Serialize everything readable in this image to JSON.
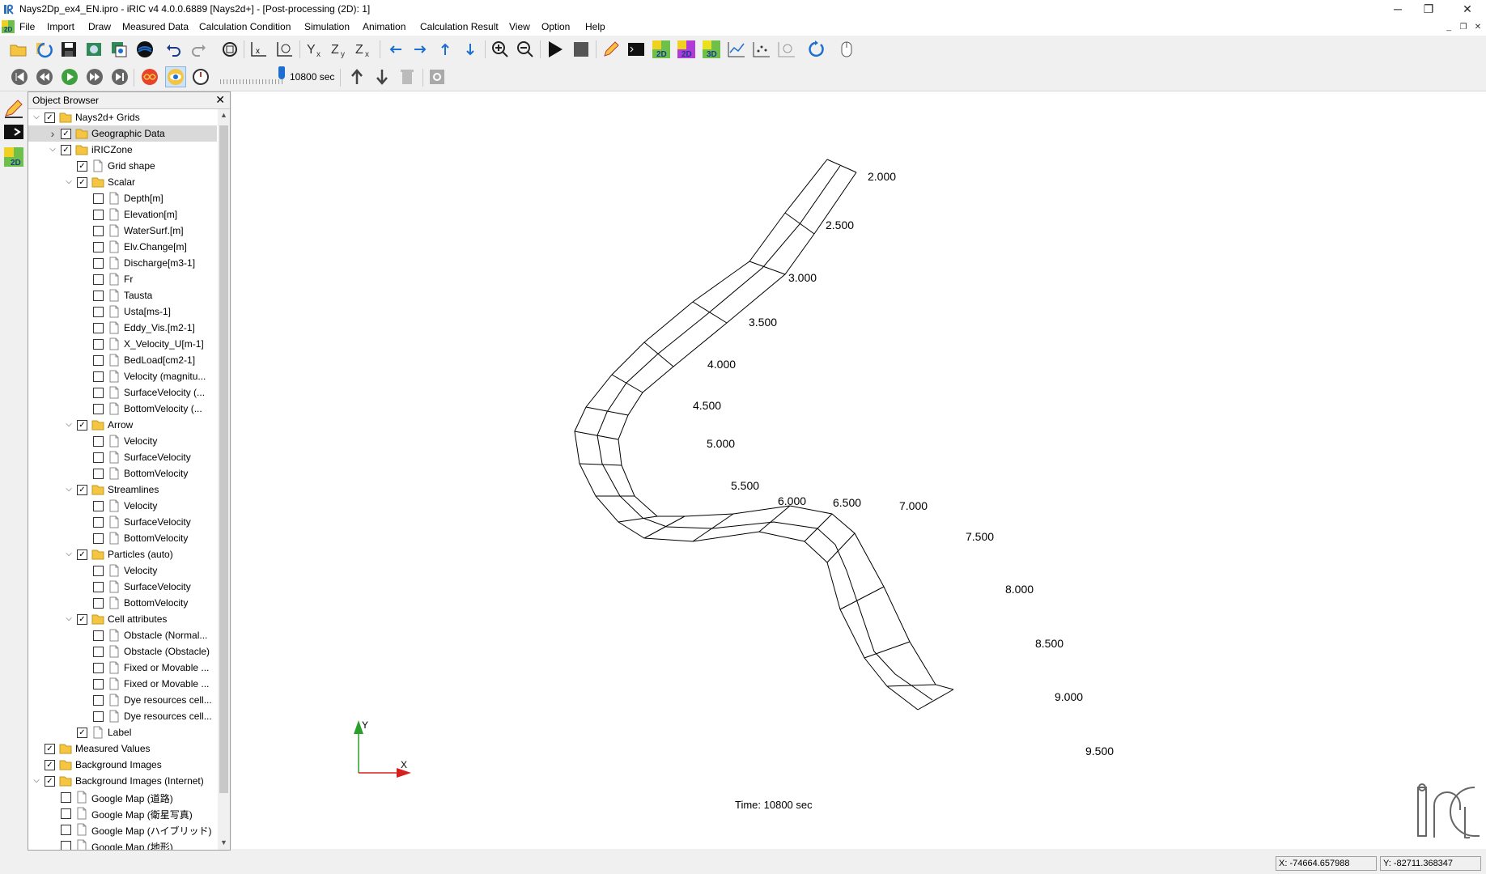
{
  "window": {
    "title": "Nays2Dp_ex4_EN.ipro - iRIC v4 4.0.0.6889 [Nays2d+] - [Post-processing (2D): 1]",
    "minimize": "─",
    "restore": "❐",
    "close": "✕"
  },
  "menubar": {
    "items": [
      "File",
      "Import",
      "Draw",
      "Measured Data",
      "Calculation Condition",
      "Simulation",
      "Animation",
      "Calculation Result",
      "View",
      "Option",
      "Help"
    ],
    "mdi_minimize": "_",
    "mdi_restore": "❐",
    "mdi_close": "✕"
  },
  "animation": {
    "time_value": "10800 sec",
    "position_fraction": 1.0
  },
  "object_browser": {
    "title": "Object Browser",
    "close": "✕",
    "items": [
      {
        "label": "Nays2d+ Grids",
        "level": 0,
        "expander": "down",
        "checked": true,
        "icon": "folder-icon",
        "selected": false
      },
      {
        "label": "Geographic Data",
        "level": 1,
        "expander": "right",
        "checked": true,
        "icon": "folder-icon",
        "selected": true
      },
      {
        "label": "iRICZone",
        "level": 1,
        "expander": "down",
        "checked": true,
        "icon": "folder-icon",
        "selected": false
      },
      {
        "label": "Grid shape",
        "level": 2,
        "expander": "",
        "checked": true,
        "icon": "file-icon",
        "selected": false
      },
      {
        "label": "Scalar",
        "level": 2,
        "expander": "down",
        "checked": true,
        "icon": "folder-icon",
        "selected": false
      },
      {
        "label": "Depth[m]",
        "level": 3,
        "expander": "",
        "checked": false,
        "icon": "file-icon",
        "selected": false
      },
      {
        "label": "Elevation[m]",
        "level": 3,
        "expander": "",
        "checked": false,
        "icon": "file-icon",
        "selected": false
      },
      {
        "label": "WaterSurf.[m]",
        "level": 3,
        "expander": "",
        "checked": false,
        "icon": "file-icon",
        "selected": false
      },
      {
        "label": "Elv.Change[m]",
        "level": 3,
        "expander": "",
        "checked": false,
        "icon": "file-icon",
        "selected": false
      },
      {
        "label": "Discharge[m3-1]",
        "level": 3,
        "expander": "",
        "checked": false,
        "icon": "file-icon",
        "selected": false
      },
      {
        "label": "Fr",
        "level": 3,
        "expander": "",
        "checked": false,
        "icon": "file-icon",
        "selected": false
      },
      {
        "label": "Tausta",
        "level": 3,
        "expander": "",
        "checked": false,
        "icon": "file-icon",
        "selected": false
      },
      {
        "label": "Usta[ms-1]",
        "level": 3,
        "expander": "",
        "checked": false,
        "icon": "file-icon",
        "selected": false
      },
      {
        "label": "Eddy_Vis.[m2-1]",
        "level": 3,
        "expander": "",
        "checked": false,
        "icon": "file-icon",
        "selected": false
      },
      {
        "label": "X_Velocity_U[m-1]",
        "level": 3,
        "expander": "",
        "checked": false,
        "icon": "file-icon",
        "selected": false
      },
      {
        "label": "BedLoad[cm2-1]",
        "level": 3,
        "expander": "",
        "checked": false,
        "icon": "file-icon",
        "selected": false
      },
      {
        "label": "Velocity (magnitu...",
        "level": 3,
        "expander": "",
        "checked": false,
        "icon": "file-icon",
        "selected": false
      },
      {
        "label": "SurfaceVelocity (...",
        "level": 3,
        "expander": "",
        "checked": false,
        "icon": "file-icon",
        "selected": false
      },
      {
        "label": "BottomVelocity (...",
        "level": 3,
        "expander": "",
        "checked": false,
        "icon": "file-icon",
        "selected": false
      },
      {
        "label": "Arrow",
        "level": 2,
        "expander": "down",
        "checked": true,
        "icon": "folder-icon",
        "selected": false
      },
      {
        "label": "Velocity",
        "level": 3,
        "expander": "",
        "checked": false,
        "icon": "file-icon",
        "selected": false
      },
      {
        "label": "SurfaceVelocity",
        "level": 3,
        "expander": "",
        "checked": false,
        "icon": "file-icon",
        "selected": false
      },
      {
        "label": "BottomVelocity",
        "level": 3,
        "expander": "",
        "checked": false,
        "icon": "file-icon",
        "selected": false
      },
      {
        "label": "Streamlines",
        "level": 2,
        "expander": "down",
        "checked": true,
        "icon": "folder-icon",
        "selected": false
      },
      {
        "label": "Velocity",
        "level": 3,
        "expander": "",
        "checked": false,
        "icon": "file-icon",
        "selected": false
      },
      {
        "label": "SurfaceVelocity",
        "level": 3,
        "expander": "",
        "checked": false,
        "icon": "file-icon",
        "selected": false
      },
      {
        "label": "BottomVelocity",
        "level": 3,
        "expander": "",
        "checked": false,
        "icon": "file-icon",
        "selected": false
      },
      {
        "label": "Particles (auto)",
        "level": 2,
        "expander": "down",
        "checked": true,
        "icon": "folder-icon",
        "selected": false
      },
      {
        "label": "Velocity",
        "level": 3,
        "expander": "",
        "checked": false,
        "icon": "file-icon",
        "selected": false
      },
      {
        "label": "SurfaceVelocity",
        "level": 3,
        "expander": "",
        "checked": false,
        "icon": "file-icon",
        "selected": false
      },
      {
        "label": "BottomVelocity",
        "level": 3,
        "expander": "",
        "checked": false,
        "icon": "file-icon",
        "selected": false
      },
      {
        "label": "Cell attributes",
        "level": 2,
        "expander": "down",
        "checked": true,
        "icon": "folder-icon",
        "selected": false
      },
      {
        "label": "Obstacle (Normal...",
        "level": 3,
        "expander": "",
        "checked": false,
        "icon": "file-icon",
        "selected": false
      },
      {
        "label": "Obstacle (Obstacle)",
        "level": 3,
        "expander": "",
        "checked": false,
        "icon": "file-icon",
        "selected": false
      },
      {
        "label": "Fixed or Movable ...",
        "level": 3,
        "expander": "",
        "checked": false,
        "icon": "file-icon",
        "selected": false
      },
      {
        "label": "Fixed or Movable ...",
        "level": 3,
        "expander": "",
        "checked": false,
        "icon": "file-icon",
        "selected": false
      },
      {
        "label": "Dye resources cell...",
        "level": 3,
        "expander": "",
        "checked": false,
        "icon": "file-icon",
        "selected": false
      },
      {
        "label": "Dye resources cell...",
        "level": 3,
        "expander": "",
        "checked": false,
        "icon": "file-icon",
        "selected": false
      },
      {
        "label": "Label",
        "level": 2,
        "expander": "",
        "checked": true,
        "icon": "file-icon",
        "selected": false
      },
      {
        "label": "Measured Values",
        "level": 0,
        "expander": "",
        "checked": true,
        "icon": "folder-icon",
        "selected": false
      },
      {
        "label": "Background Images",
        "level": 0,
        "expander": "",
        "checked": true,
        "icon": "folder-icon",
        "selected": false
      },
      {
        "label": "Background Images (Internet)",
        "level": 0,
        "expander": "down",
        "checked": true,
        "icon": "folder-icon",
        "selected": false
      },
      {
        "label": "Google Map (道路)",
        "level": 1,
        "expander": "",
        "checked": false,
        "icon": "file-icon",
        "selected": false
      },
      {
        "label": "Google Map (衛星写真)",
        "level": 1,
        "expander": "",
        "checked": false,
        "icon": "file-icon",
        "selected": false
      },
      {
        "label": "Google Map (ハイブリッド)",
        "level": 1,
        "expander": "",
        "checked": false,
        "icon": "file-icon",
        "selected": false
      },
      {
        "label": "Google Map (地形)",
        "level": 1,
        "expander": "",
        "checked": false,
        "icon": "file-icon",
        "selected": false
      }
    ]
  },
  "canvas": {
    "grid_labels": [
      "2.000",
      "2.500",
      "3.000",
      "3.500",
      "4.000",
      "4.500",
      "5.000",
      "5.500",
      "6.000",
      "6.500",
      "7.000",
      "7.500",
      "8.000",
      "8.500",
      "9.000",
      "9.500"
    ],
    "axis_y": "Y",
    "axis_x": "X",
    "time_label": "Time:  10800 sec",
    "logo": "iRIC"
  },
  "statusbar": {
    "x_coord": "X: -74664.657988",
    "y_coord": "Y: -82711.368347"
  },
  "colors": {
    "folder": "#f5c542",
    "accent": "#1c6fd1",
    "axis_y": "#2aa02a",
    "axis_x": "#d62020"
  }
}
